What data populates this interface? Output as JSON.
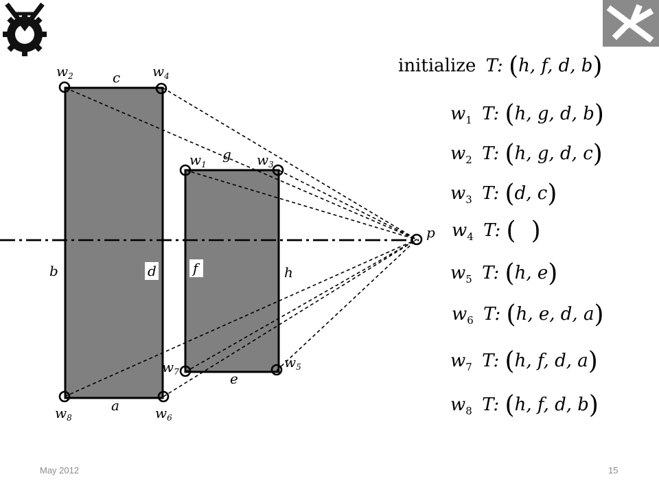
{
  "footer": {
    "date": "May 2012",
    "page": "15"
  },
  "labels": {
    "w2": "w",
    "w2_sub": "2",
    "w4": "w",
    "w4_sub": "4",
    "w1": "w",
    "w1_sub": "1",
    "w3": "w",
    "w3_sub": "3",
    "w7": "w",
    "w7_sub": "7",
    "w5": "w",
    "w5_sub": "5",
    "w8": "w",
    "w8_sub": "8",
    "w6": "w",
    "w6_sub": "6",
    "c": "c",
    "g": "g",
    "b": "b",
    "d": "d",
    "f": "f",
    "h": "h",
    "e": "e",
    "a": "a",
    "p": "p"
  },
  "steps": [
    {
      "prefix": "initialize",
      "var": "",
      "sub": "",
      "T": "T:",
      "set": "h, f, d, b"
    },
    {
      "prefix": "",
      "var": "w",
      "sub": "1",
      "T": "T:",
      "set": "h, g, d, b"
    },
    {
      "prefix": "",
      "var": "w",
      "sub": "2",
      "T": "T:",
      "set": "h, g, d, c"
    },
    {
      "prefix": "",
      "var": "w",
      "sub": "3",
      "T": "T:",
      "set": "d, c"
    },
    {
      "prefix": "",
      "var": "w",
      "sub": "4",
      "T": "T:",
      "set": ""
    },
    {
      "prefix": "",
      "var": "w",
      "sub": "5",
      "T": "T:",
      "set": "h, e"
    },
    {
      "prefix": "",
      "var": "w",
      "sub": "6",
      "T": "T:",
      "set": "h, e, d, a"
    },
    {
      "prefix": "",
      "var": "w",
      "sub": "7",
      "T": "T:",
      "set": "h, f, d, a"
    },
    {
      "prefix": "",
      "var": "w",
      "sub": "8",
      "T": "T:",
      "set": "h, f, d, b"
    }
  ],
  "colors": {
    "rect_fill": "#808080",
    "logo_right_bg": "#8a8a8a",
    "footer": "#8c8c8c"
  }
}
